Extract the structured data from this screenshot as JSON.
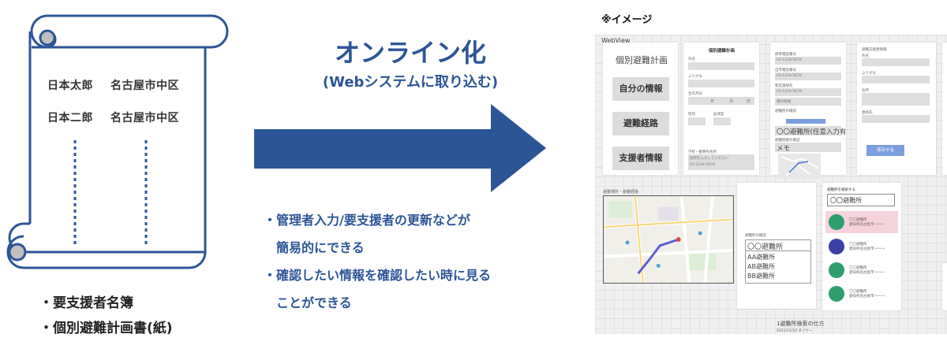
{
  "scroll": {
    "row1": {
      "name": "日本太郎",
      "area": "名古屋市中区"
    },
    "row2": {
      "name": "日本二郎",
      "area": "名古屋市中区"
    }
  },
  "captions": [
    "・要支援者名簿",
    "・個別避難計画書(紙)"
  ],
  "center": {
    "title": "オンライン化",
    "subtitle": "(Webシステムに取り込む)",
    "bullets": [
      "・管理者入力/要支援者の更新などが",
      "簡易的にできる",
      "・確認したい情報を確認したい時に見る",
      "ことができる"
    ]
  },
  "image_note": "※イメージ",
  "mockup": {
    "webview": "WebView",
    "menu_title": "個別避難計画",
    "menu_buttons": [
      "自分の情報",
      "避難経路",
      "支援者情報"
    ],
    "form_title": "個別避難計画",
    "form_labels": [
      "氏名",
      "ふりがな",
      "生年月日",
      "性別",
      "血液型",
      "学校・勤務先住所"
    ],
    "form_dob": [
      "年",
      "月",
      "日"
    ],
    "form_placeholder": "住所を入力してください",
    "phone_labels": [
      "携帯電話番号",
      "自宅電話番号",
      "緊急連絡先",
      "避難所の確認",
      "避難経路の確認"
    ],
    "phone": "03-1234-5678",
    "relation": "親の情報",
    "shelter_select": "〇〇避難所(任意入力有",
    "memo": "メモ",
    "support_title": "避難支援者情報",
    "support_labels": [
      "氏名",
      "ふりがな",
      "住所",
      "連絡先"
    ],
    "save_button": "保存する",
    "map_label": "避難場所・避難経路",
    "shelter_confirm_label": "避難所の確認",
    "shelter_selected": "〇〇避難所",
    "shelter_options": [
      "AA避難所",
      "AB避難所",
      "BB避難所"
    ],
    "search_title": "避難所を検索する",
    "search_value": "〇〇避難所",
    "results": [
      {
        "name": "〇〇避難所",
        "addr": "愛知県名古屋市〜〜〜"
      },
      {
        "name": "〇〇避難所",
        "addr": "愛知県名古屋市〜〜〜"
      },
      {
        "name": "〇〇避難所",
        "addr": "愛知県名古屋市〜〜〜"
      },
      {
        "name": "〇〇避難所",
        "addr": "愛知県名古屋市〜〜〜"
      }
    ],
    "footer_title": "1避難所検索の仕方",
    "footer_date": "2021/12/10 ダイヤー"
  },
  "colors": {
    "accent": "#2c5597",
    "green": "#2e9e6e",
    "indigo": "#3b3fa6",
    "pink": "#f6d3dc",
    "save": "#7b9ee0"
  }
}
